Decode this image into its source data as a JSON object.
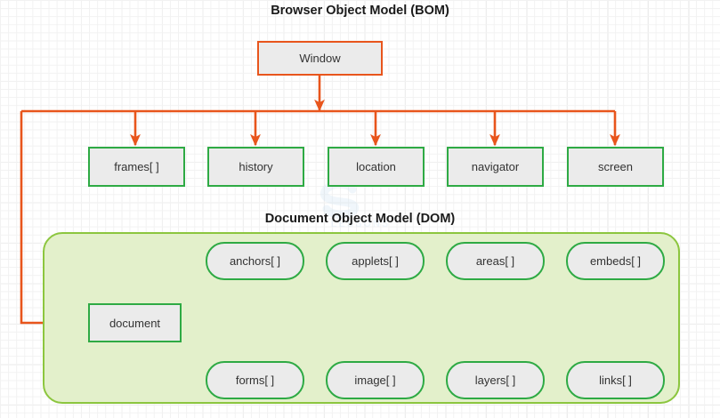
{
  "titles": {
    "bom": "Browser Object Model (BOM)",
    "dom": "Document Object Model (DOM)"
  },
  "watermark": {
    "text": "LESSONS"
  },
  "colors": {
    "orange": "#e8551c",
    "green": "#2eaa44",
    "container_border": "#8cc63f",
    "container_fill": "#e3f0cb",
    "node_fill": "#ebebeb",
    "text": "#333333",
    "grid_minor": "#f2f2f2",
    "grid_major": "#e6e6e6"
  },
  "bom": {
    "root": {
      "label": "Window"
    },
    "children": [
      {
        "label": "frames[ ]"
      },
      {
        "label": "history"
      },
      {
        "label": "location"
      },
      {
        "label": "navigator"
      },
      {
        "label": "screen"
      }
    ]
  },
  "dom": {
    "root": {
      "label": "document"
    },
    "top_children": [
      {
        "label": "anchors[ ]"
      },
      {
        "label": "applets[ ]"
      },
      {
        "label": "areas[ ]"
      },
      {
        "label": "embeds[ ]"
      }
    ],
    "bottom_children": [
      {
        "label": "forms[ ]"
      },
      {
        "label": "image[ ]"
      },
      {
        "label": "layers[ ]"
      },
      {
        "label": "links[ ]"
      }
    ]
  }
}
